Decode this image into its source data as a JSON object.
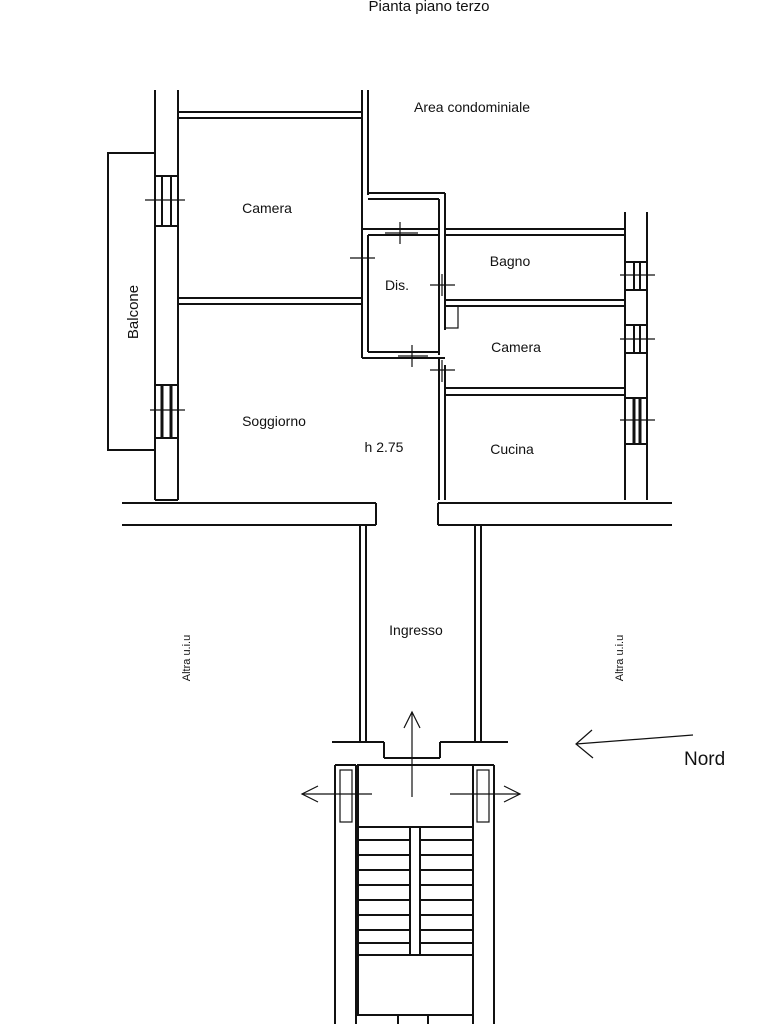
{
  "title": "Pianta piano terzo",
  "rooms": {
    "area_condominiale": "Area condominiale",
    "camera_1": "Camera",
    "disimpegno": "Dis.",
    "bagno": "Bagno",
    "camera_2": "Camera",
    "balcone": "Balcone",
    "soggiorno": "Soggiorno",
    "cucina": "Cucina",
    "ingresso": "Ingresso"
  },
  "ceiling_height": "h 2.75",
  "neighbors": {
    "left": "Altra u.i.u",
    "right": "Altra u.i.u"
  },
  "north": {
    "label": "Nord",
    "icon": "north-arrow-icon"
  },
  "line_color": "#111111",
  "background_color": "#ffffff"
}
